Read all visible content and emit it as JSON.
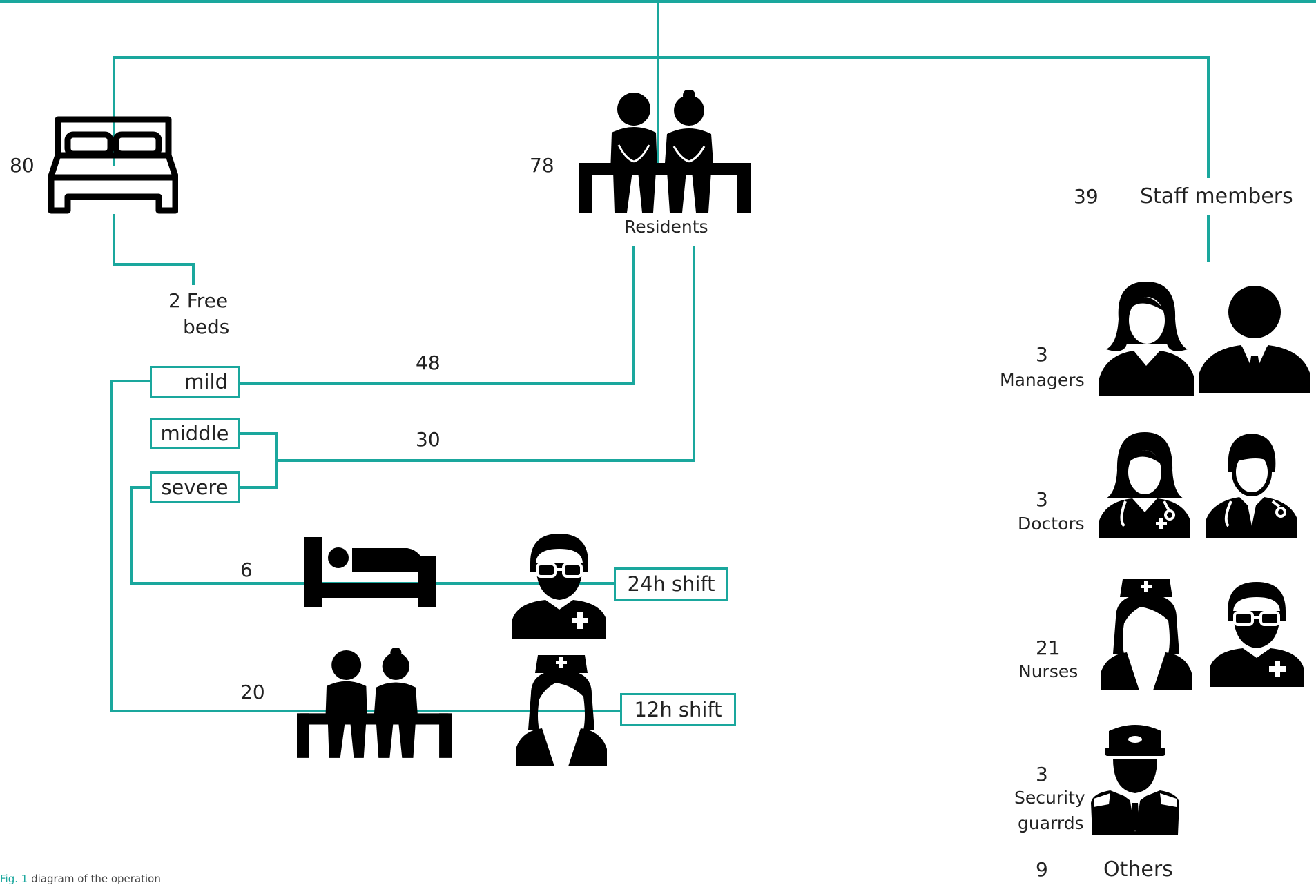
{
  "colors": {
    "line": "#1aa79d",
    "icon": "#000000",
    "text": "#222222"
  },
  "beds": {
    "total": "80",
    "free_line1": "2 Free",
    "free_line2": "beds",
    "icon": "bed-icon"
  },
  "residents": {
    "count": "78",
    "label": "Residents",
    "icon": "residents-icon"
  },
  "severity": {
    "mild": "mild",
    "middle": "middle",
    "severe": "severe",
    "mild_count": "48",
    "middle_severe_count": "30"
  },
  "care": {
    "bedridden_count": "6",
    "bedridden_shift": "24h shift",
    "seated_count": "20",
    "seated_shift": "12h shift"
  },
  "staff": {
    "count": "39",
    "label": "Staff members",
    "groups": [
      {
        "count": "3",
        "label": "Managers"
      },
      {
        "count": "3",
        "label": "Doctors"
      },
      {
        "count": "21",
        "label": "Nurses"
      },
      {
        "count": "3",
        "label_line1": "Security",
        "label_line2": "guarrds"
      },
      {
        "count": "9",
        "label": "Others"
      }
    ]
  },
  "caption": {
    "fig": "Fig. 1",
    "text": "diagram of the operation"
  }
}
